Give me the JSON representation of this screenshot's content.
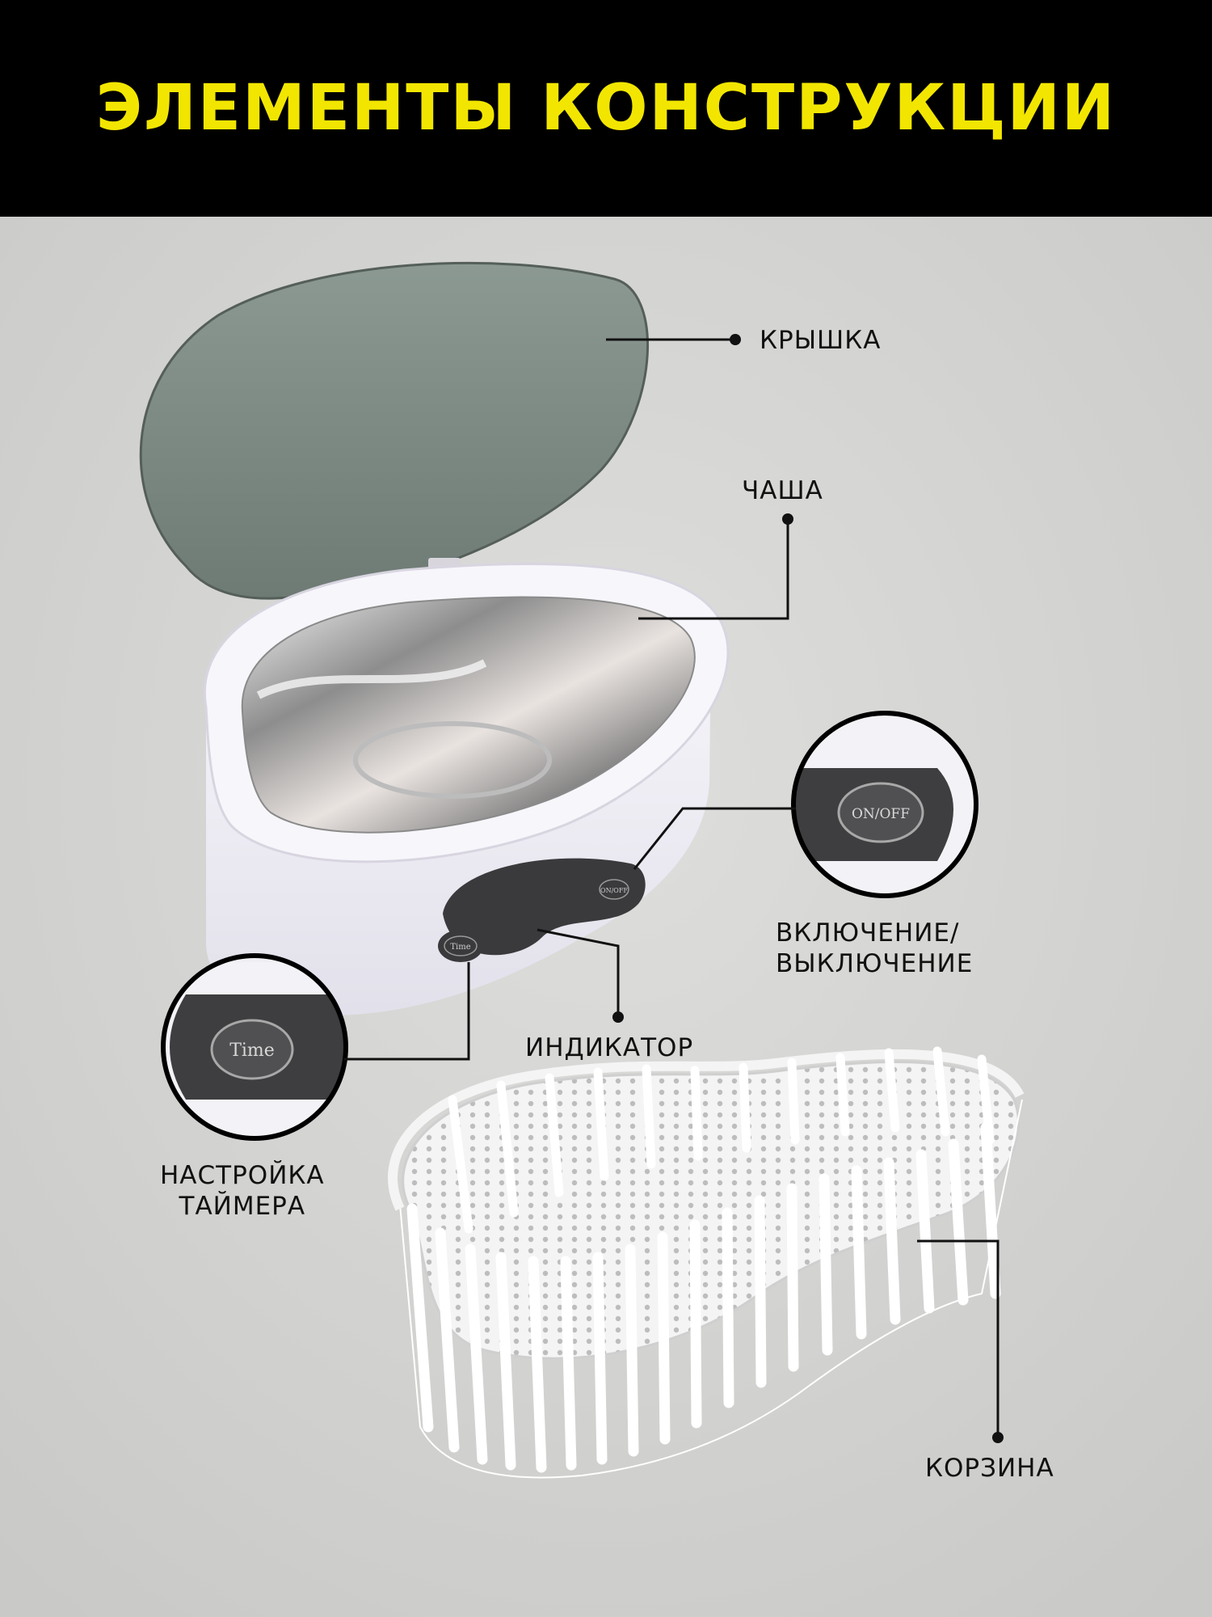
{
  "header": {
    "title": "ЭЛЕМЕНТЫ КОНСТРУКЦИИ"
  },
  "labels": {
    "lid": "КРЫШКА",
    "bowl": "ЧАША",
    "power_line1": "ВКЛЮЧЕНИЕ/",
    "power_line2": "ВЫКЛЮЧЕНИЕ",
    "indicator": "ИНДИКАТОР",
    "timer_line1": "НАСТРОЙКА",
    "timer_line2": "ТАЙМЕРА",
    "basket": "КОРЗИНА"
  },
  "buttons": {
    "time": "Time",
    "on_off": "ON/OFF"
  },
  "colors": {
    "header_bg": "#000000",
    "title": "#f2e600",
    "background": "#d3d3d1",
    "lid": "#7d8a84",
    "body": "#f1eff6",
    "panel": "#3a3a3c",
    "callout_line": "#111111"
  }
}
